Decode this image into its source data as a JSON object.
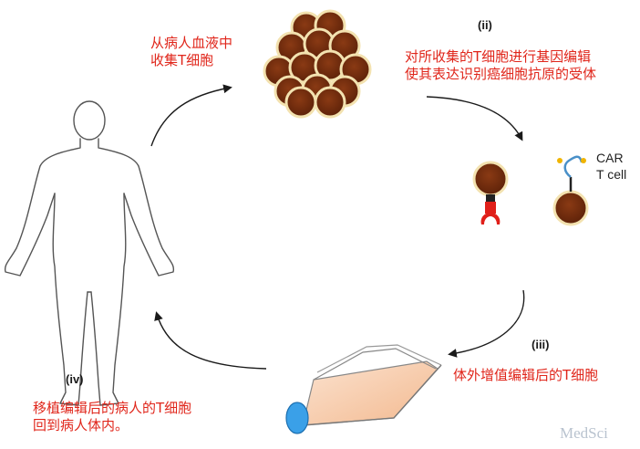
{
  "steps": {
    "collect": "从病人血液中\n收集T细胞",
    "edit_marker": "(ii)",
    "edit": "对所收集的T细胞进行基因编辑\n使其表达识别癌细胞抗原的受体",
    "expand_marker": "(iii)",
    "expand": "体外增值编辑后的T细胞",
    "reinfuse_marker": "(iv)",
    "reinfuse": "移植编辑后的病人的T细胞\n回到病人体内。"
  },
  "car_label": "CAR\nT cell",
  "watermark": "MedSci",
  "colors": {
    "label_red": "#e0261b",
    "cell_brown": "#6b2a0c",
    "cell_rim": "#f3e2b0",
    "receptor_red": "#e0201a",
    "flask_fill": "#f7ccac",
    "flask_cap": "#3aa0e8"
  }
}
